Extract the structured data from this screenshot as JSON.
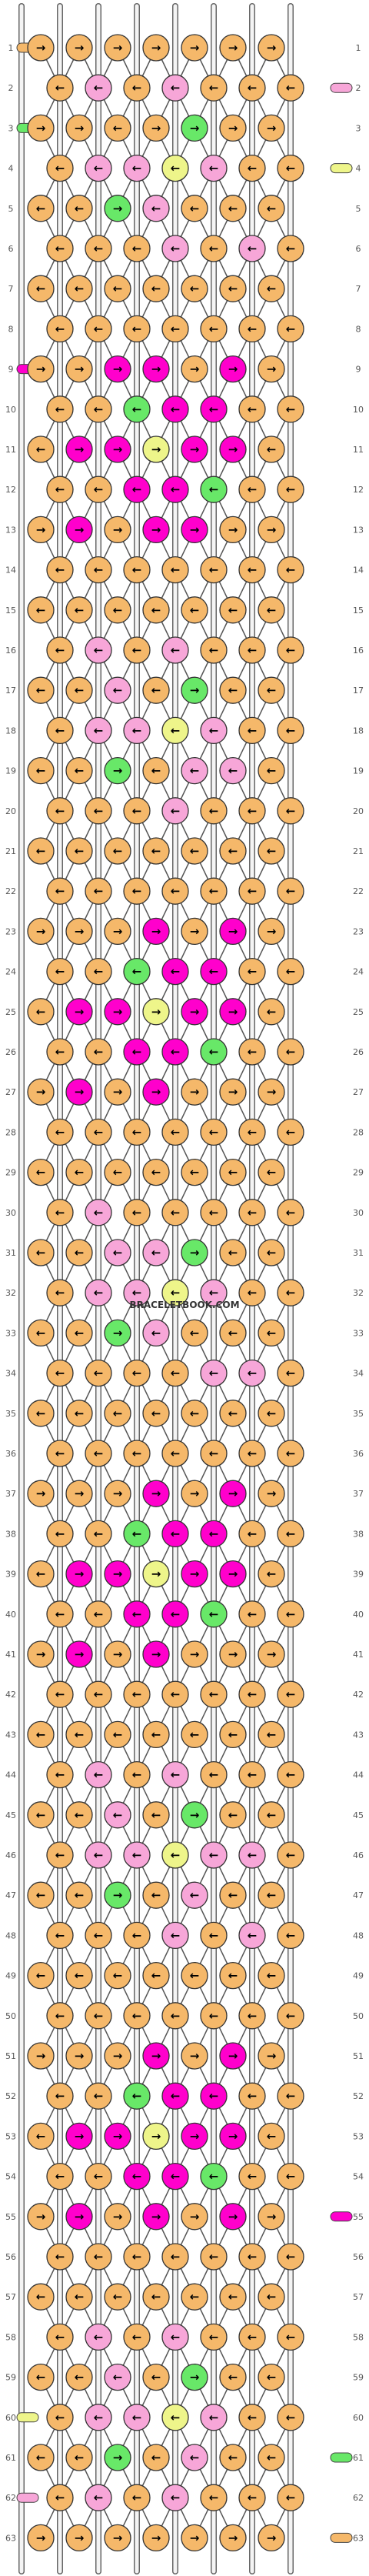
{
  "watermark": "BRACELETBOOK.COM",
  "row_numbers": [
    "1",
    "2",
    "3",
    "4",
    "5",
    "6",
    "7",
    "8",
    "9",
    "10",
    "11",
    "12",
    "13",
    "14",
    "15",
    "16",
    "17",
    "18",
    "19",
    "20",
    "21",
    "22",
    "23",
    "24",
    "25",
    "26",
    "27",
    "28",
    "29",
    "30",
    "31",
    "32",
    "33",
    "34",
    "35",
    "36",
    "37",
    "38",
    "39",
    "40",
    "41",
    "42",
    "43",
    "44",
    "45",
    "46",
    "47",
    "48",
    "49",
    "50",
    "51",
    "52",
    "53",
    "54",
    "55",
    "56",
    "57",
    "58",
    "59",
    "60",
    "61",
    "62",
    "63"
  ],
  "colors": {
    "A": "#F5B86A",
    "B": "#F7A6D8",
    "C": "#68E868",
    "D": "#FF00CC",
    "E": "#EEF58A"
  },
  "strings_left_to_right": [
    "A",
    "B",
    "C",
    "A",
    "A",
    "E",
    "A",
    "A"
  ],
  "row_end_markers": {
    "1": {
      "left": "A"
    },
    "2": {
      "right": "B"
    },
    "3": {
      "left": "C"
    },
    "4": {
      "right": "E"
    },
    "9": {
      "left": "D"
    },
    "55": {
      "right": "D"
    },
    "60": {
      "left": "E"
    },
    "61": {
      "right": "C"
    },
    "62": {
      "left": "B"
    },
    "63": {
      "right": "A"
    }
  },
  "pattern_rows": [
    [
      "A>",
      "A>",
      "A>",
      "A>",
      "A>",
      "A>",
      "A>"
    ],
    [
      "A<",
      "B<",
      "A<",
      "B<",
      "A<",
      "A<",
      "A<"
    ],
    [
      "A>",
      "A>",
      "A<",
      "A>",
      "C>",
      "A>",
      "A>"
    ],
    [
      "A<",
      "B<",
      "B<",
      "E<",
      "B<",
      "A<",
      "A<"
    ],
    [
      "A<",
      "A<",
      "C>",
      "B<",
      "A<",
      "A<",
      "A<"
    ],
    [
      "A<",
      "A<",
      "A<",
      "B<",
      "A<",
      "B<",
      "A<"
    ],
    [
      "A<",
      "A<",
      "A<",
      "A<",
      "A<",
      "A<",
      "A<"
    ],
    [
      "A<",
      "A<",
      "A<",
      "A<",
      "A<",
      "A<",
      "A<"
    ],
    [
      "A>",
      "A>",
      "D>",
      "D>",
      "A>",
      "D>",
      "A>"
    ],
    [
      "A<",
      "A<",
      "C<",
      "D<",
      "D<",
      "A<",
      "A<"
    ],
    [
      "A<",
      "D>",
      "D>",
      "E>",
      "D>",
      "D>",
      "A<"
    ],
    [
      "A<",
      "A<",
      "D<",
      "D<",
      "C<",
      "A<",
      "A<"
    ],
    [
      "A>",
      "D>",
      "A>",
      "D>",
      "D>",
      "A>",
      "A>"
    ],
    [
      "A<",
      "A<",
      "A<",
      "A<",
      "A<",
      "A<",
      "A<"
    ],
    [
      "A<",
      "A<",
      "A<",
      "A<",
      "A<",
      "A<",
      "A<"
    ],
    [
      "A<",
      "B<",
      "A<",
      "B<",
      "A<",
      "A<",
      "A<"
    ],
    [
      "A<",
      "A<",
      "B<",
      "A<",
      "C>",
      "A<",
      "A<"
    ],
    [
      "A<",
      "B<",
      "B<",
      "E<",
      "B<",
      "A<",
      "A<"
    ],
    [
      "A<",
      "A<",
      "C>",
      "A<",
      "B<",
      "B<",
      "A<"
    ],
    [
      "A<",
      "A<",
      "A<",
      "B<",
      "A<",
      "A<",
      "A<"
    ],
    [
      "A<",
      "A<",
      "A<",
      "A<",
      "A<",
      "A<",
      "A<"
    ],
    [
      "A<",
      "A<",
      "A<",
      "A<",
      "A<",
      "A<",
      "A<"
    ],
    [
      "A>",
      "A>",
      "A>",
      "D>",
      "A>",
      "D>",
      "A>"
    ],
    [
      "A<",
      "A<",
      "C<",
      "D<",
      "D<",
      "A<",
      "A<"
    ],
    [
      "A<",
      "D>",
      "D>",
      "E>",
      "D>",
      "D>",
      "A<"
    ],
    [
      "A<",
      "A<",
      "D<",
      "D<",
      "C<",
      "A<",
      "A<"
    ],
    [
      "A>",
      "D>",
      "A>",
      "D>",
      "A>",
      "A>",
      "A>"
    ],
    [
      "A<",
      "A<",
      "A<",
      "A<",
      "A<",
      "A<",
      "A<"
    ],
    [
      "A<",
      "A<",
      "A<",
      "A<",
      "A<",
      "A<",
      "A<"
    ],
    [
      "A<",
      "B<",
      "A<",
      "A<",
      "A<",
      "A<",
      "A<"
    ],
    [
      "A<",
      "A<",
      "B<",
      "B<",
      "C>",
      "A<",
      "A<"
    ],
    [
      "A<",
      "B<",
      "B<",
      "E<",
      "B<",
      "A<",
      "A<"
    ],
    [
      "A<",
      "A<",
      "C>",
      "B<",
      "A<",
      "A<",
      "A<"
    ],
    [
      "A<",
      "A<",
      "A<",
      "A<",
      "B<",
      "B<",
      "A<"
    ],
    [
      "A<",
      "A<",
      "A<",
      "A<",
      "A<",
      "A<",
      "A<"
    ],
    [
      "A<",
      "A<",
      "A<",
      "A<",
      "A<",
      "A<",
      "A<"
    ],
    [
      "A>",
      "A>",
      "A>",
      "D>",
      "A>",
      "D>",
      "A>"
    ],
    [
      "A<",
      "A<",
      "C<",
      "D<",
      "D<",
      "A<",
      "A<"
    ],
    [
      "A<",
      "D>",
      "D>",
      "E>",
      "D>",
      "D>",
      "A<"
    ],
    [
      "A<",
      "A<",
      "D<",
      "D<",
      "C<",
      "A<",
      "A<"
    ],
    [
      "A>",
      "D>",
      "A>",
      "D>",
      "A>",
      "A>",
      "A>"
    ],
    [
      "A<",
      "A<",
      "A<",
      "A<",
      "A<",
      "A<",
      "A<"
    ],
    [
      "A<",
      "A<",
      "A<",
      "A<",
      "A<",
      "A<",
      "A<"
    ],
    [
      "A<",
      "B<",
      "A<",
      "B<",
      "A<",
      "A<",
      "A<"
    ],
    [
      "A<",
      "A<",
      "B<",
      "A<",
      "C>",
      "A<",
      "A<"
    ],
    [
      "A<",
      "B<",
      "B<",
      "E<",
      "B<",
      "B<",
      "A<"
    ],
    [
      "A<",
      "A<",
      "C>",
      "A<",
      "B<",
      "A<",
      "A<"
    ],
    [
      "A<",
      "A<",
      "A<",
      "B<",
      "A<",
      "B<",
      "A<"
    ],
    [
      "A<",
      "A<",
      "A<",
      "A<",
      "A<",
      "A<",
      "A<"
    ],
    [
      "A<",
      "A<",
      "A<",
      "A<",
      "A<",
      "A<",
      "A<"
    ],
    [
      "A>",
      "A>",
      "A>",
      "D>",
      "A>",
      "D>",
      "A>"
    ],
    [
      "A<",
      "A<",
      "C<",
      "D<",
      "D<",
      "A<",
      "A<"
    ],
    [
      "A<",
      "D>",
      "D>",
      "E>",
      "D>",
      "D>",
      "A<"
    ],
    [
      "A<",
      "A<",
      "D<",
      "D<",
      "C<",
      "A<",
      "A<"
    ],
    [
      "A>",
      "D>",
      "A>",
      "D>",
      "A>",
      "D>",
      "A>"
    ],
    [
      "A<",
      "A<",
      "A<",
      "A<",
      "A<",
      "A<",
      "A<"
    ],
    [
      "A<",
      "A<",
      "A<",
      "A<",
      "A<",
      "A<",
      "A<"
    ],
    [
      "A<",
      "B<",
      "A<",
      "B<",
      "A<",
      "A<",
      "A<"
    ],
    [
      "A<",
      "A<",
      "B<",
      "A<",
      "C>",
      "A<",
      "A<"
    ],
    [
      "A<",
      "B<",
      "B<",
      "E<",
      "B<",
      "A<",
      "A<"
    ],
    [
      "A<",
      "A<",
      "C>",
      "A<",
      "B<",
      "A<",
      "A<"
    ],
    [
      "A<",
      "B<",
      "A<",
      "B<",
      "A<",
      "A<",
      "A<"
    ],
    [
      "A>",
      "A>",
      "A>",
      "A>",
      "A>",
      "A>",
      "A>"
    ]
  ]
}
